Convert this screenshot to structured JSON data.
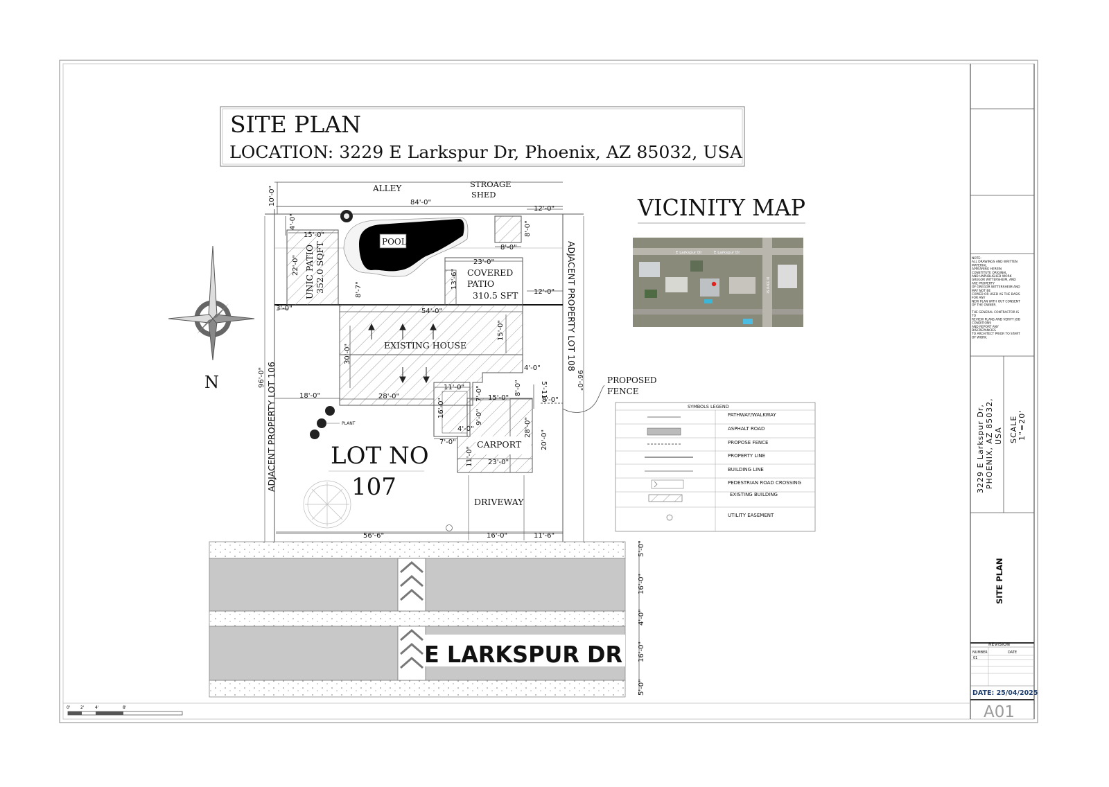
{
  "title_block": {
    "title": "SITE PLAN",
    "location": "LOCATION: 3229 E Larkspur Dr, Phoenix, AZ 85032, USA"
  },
  "vicinity": {
    "title": "VICINITY MAP",
    "street_label_left": "E Larkspur Dr",
    "street_label_right": "E Larkspur Dr",
    "street_label_vertical": "N 33rd St"
  },
  "plan": {
    "alley": "ALLEY",
    "storage_shed_line1": "STROAGE",
    "storage_shed_line2": "SHED",
    "pool": "POOL",
    "unic_patio_line1": "UNIC PATIO",
    "unic_patio_line2": "352.0 SQFT",
    "covered_patio_line1": "COVERED",
    "covered_patio_line2": "PATIO",
    "covered_patio_area": "310.5 SFT",
    "existing_house": "EXISTING HOUSE",
    "carport": "CARPORT",
    "driveway": "DRIVEWAY",
    "lot_no_line1": "LOT NO",
    "lot_no_line2": "107",
    "plant": "PLANT",
    "adj_left": "ADJACENT PROPERTY LOT 106",
    "adj_right": "ADJACENT PROPERTY LOT 108",
    "proposed_fence_line1": "PROPOSED",
    "proposed_fence_line2": "FENCE",
    "street_name": "E LARKSPUR DR",
    "north": "N"
  },
  "dimensions": {
    "d_10": "10'-0\"",
    "d_84": "84'-0\"",
    "d_12a": "12'-0\"",
    "d_4": "4'-0\"",
    "d_15": "15'-0\"",
    "d_22": "22'-0\"",
    "d_8a": "8'-0\"",
    "d_8b": "8'-0\"",
    "d_23a": "23'-0\"",
    "d_13_6": "13'-6\"",
    "d_8_7": "8'-7\"",
    "d_12b": "12'-0\"",
    "d_3": "3'-0\"",
    "d_54": "54'-0\"",
    "d_15b": "15'-0\"",
    "d_30": "30'-0\"",
    "d_96a": "96'-0\"",
    "d_96b": "96'-0\"",
    "d_18": "18'-0\"",
    "d_28a": "28'-0\"",
    "d_11": "11'-0\"",
    "d_7a": "7'-0\"",
    "d_15c": "15'-0\"",
    "d_4b": "4'-0\"",
    "d_8c": "8'-0\"",
    "d_5_11": "5'-11\"",
    "d_8d": "8'-0\"",
    "d_16": "16'-0\"",
    "d_9": "9'-0\"",
    "d_4c": "4'-0\"",
    "d_7b": "7'-0\"",
    "d_28b": "28'-0\"",
    "d_20": "20'-0\"",
    "d_11b": "11'-0\"",
    "d_23b": "23'-0\"",
    "d_56_6": "56'-6\"",
    "d_16b": "16'-0\"",
    "d_11_6": "11'-6\"",
    "r_5a": "5'-0\"",
    "r_16a": "16'-0\"",
    "r_4": "4'-0\"",
    "r_16b": "16'-0\"",
    "r_5b": "5'-0\""
  },
  "legend": {
    "title": "SYMBOLS LEGEND",
    "items": [
      "PATHWAY/WALKWAY",
      "ASPHALT ROAD",
      "PROPOSE FENCE",
      "PROPERTY LINE",
      "BUILDING LINE",
      "PEDESTRIAN ROAD CROSSING",
      "EXISTING BUILDING",
      "UTILITY EASEMENT"
    ]
  },
  "scale_bar": [
    "0'",
    "2'",
    "4'",
    "8'"
  ],
  "sidebar": {
    "notes": [
      "NOTE:",
      "ALL DRAWINGS AND WRITTEN",
      "MATERIAL",
      "APPEARING HEREIN",
      "CONSTITUTE ORIGINAL",
      "AND UNPUBLISHED WORK",
      "GREGOR WITTERSHEIM, AND",
      "ARE PROPERTY",
      "OF GREGOR WITTERSHEIM AND",
      "MAY NOT BE",
      "COPIED OR USED AS THE BASIS",
      "FOR ANY",
      "NEW PLAN WITH OUT CONSENT",
      "OF THE OWNER.",
      "",
      "THE GENERAL CONTRACTOR IS",
      "TO",
      "REVIEW PLANS AND VERIFY JOB",
      "CONDITIONS",
      "AND REPORT ANY",
      "DISCREPANCIES",
      "TO ARCHITECT PRIOR TO START",
      "OF WORK."
    ],
    "address_line1": "3229 E Larkspur Dr,",
    "address_line2": "PHOENIX, AZ 85032,",
    "address_line3": "USA",
    "scale_label": "SCALE",
    "scale_value": "1\"=20'",
    "sheet_title": "SITE PLAN",
    "revision_label": "REVISION",
    "number_label": "NUMBER",
    "date_label": "DATE",
    "revision_number": "01",
    "date_text": "DATE: 25/04/2025",
    "sheet_number": "A01"
  },
  "colors": {
    "road": "#c8c8c8",
    "pool": "#000000",
    "date_text": "#1f3f6e",
    "sheet_number": "#9a9a9a"
  }
}
